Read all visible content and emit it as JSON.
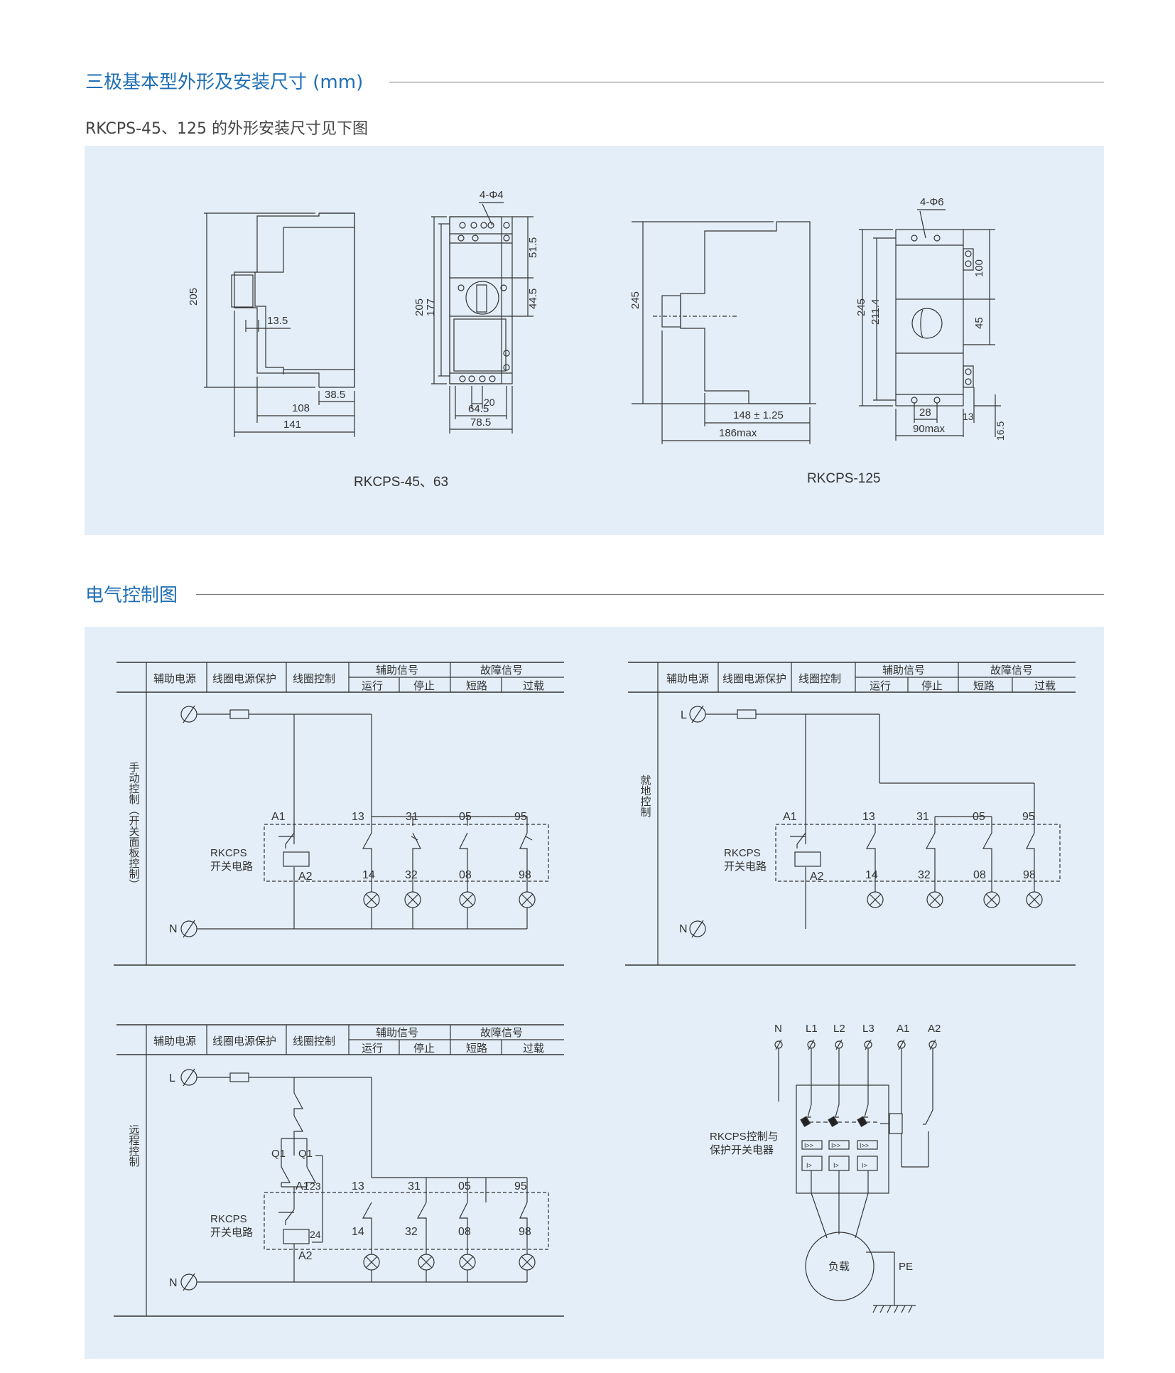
{
  "section1": {
    "title": "三极基本型外形及安装尺寸 (mm)",
    "subtitle": "RKCPS-45、125 的外形安装尺寸见下图"
  },
  "drawing_left": {
    "caption": "RKCPS-45、63",
    "dims": {
      "side_height": "205",
      "knob_depth": "13.5",
      "dim_38_5": "38.5",
      "dim_108": "108",
      "dim_141": "141",
      "hole_note": "4-Φ4",
      "front_height": "205",
      "front_inner": "177",
      "dim_51_5": "51.5",
      "dim_44_5": "44.5",
      "dim_20": "20",
      "dim_64_5": "64.5",
      "dim_78_5": "78.5"
    }
  },
  "drawing_right": {
    "caption": "RKCPS-125",
    "dims": {
      "side_height": "245",
      "dim_148": "148 ± 1.25",
      "dim_186": "186max",
      "hole_note": "4-Φ6",
      "front_height": "245",
      "front_inner": "211.4",
      "dim_100": "100",
      "dim_45": "45",
      "dim_28": "28",
      "dim_13": "13",
      "dim_16_5": "16.5",
      "dim_90": "90max"
    }
  },
  "section2": {
    "title": "电气控制图"
  },
  "table_header": {
    "col1": "辅助电源",
    "col2": "线圈电源保护",
    "col3": "线圈控制",
    "aux_signal": "辅助信号",
    "run": "运行",
    "stop": "停止",
    "fault_signal": "故障信号",
    "short": "短路",
    "overload": "过载"
  },
  "circuit_manual": {
    "side_label": "手动控制（开关面板控制）",
    "device": "RKCPS",
    "device2": "开关电路",
    "terminals": [
      "A1",
      "13",
      "31",
      "05",
      "95",
      "A2",
      "14",
      "32",
      "08",
      "98"
    ],
    "n_label": "N"
  },
  "circuit_local": {
    "side_label": "就地控制",
    "device": "RKCPS",
    "device2": "开关电路",
    "terminals": [
      "A1",
      "13",
      "31",
      "05",
      "95",
      "A2",
      "14",
      "32",
      "08",
      "98"
    ],
    "l_label": "L",
    "n_label": "N"
  },
  "circuit_remote": {
    "side_label": "远程控制",
    "device": "RKCPS",
    "device2": "开关电路",
    "terminals": [
      "A1",
      "13",
      "31",
      "05",
      "95",
      "A2",
      "14",
      "32",
      "08",
      "98"
    ],
    "extra": [
      "Q1",
      "Q1",
      "23",
      "24"
    ],
    "l_label": "L",
    "n_label": "N"
  },
  "wiring": {
    "labels": [
      "N",
      "L1",
      "L2",
      "L3",
      "A1",
      "A2"
    ],
    "device1": "RKCPS控制与",
    "device2": "保护开关电器",
    "load": "负载",
    "pe": "PE"
  }
}
